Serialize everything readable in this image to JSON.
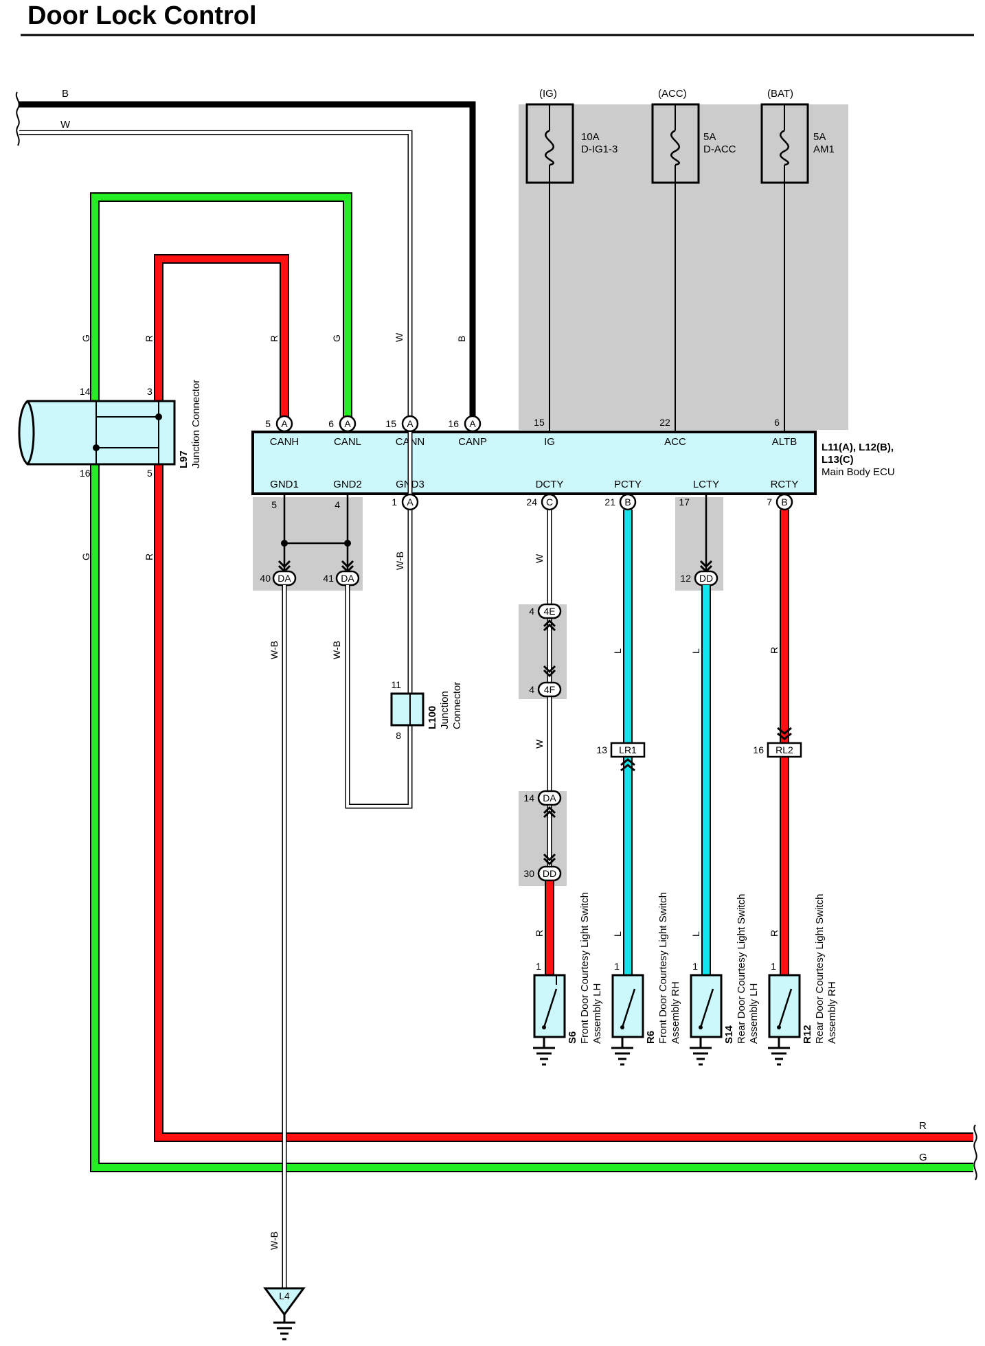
{
  "title": "Door Lock Control",
  "top_wires": {
    "b": "B",
    "w": "W"
  },
  "right_wires": {
    "r": "R",
    "g": "G"
  },
  "fuses": [
    {
      "source": "(IG)",
      "rating": "10A",
      "name": "D-IG1-3"
    },
    {
      "source": "(ACC)",
      "rating": "5A",
      "name": "D-ACC"
    },
    {
      "source": "(BAT)",
      "rating": "5A",
      "name": "AM1"
    }
  ],
  "ecu": {
    "connectors": "L11(A), L12(B),",
    "connectors2": "L13(C)",
    "name": "Main Body ECU",
    "top_terminals": [
      {
        "pin": "5",
        "conn": "A",
        "name": "CANH"
      },
      {
        "pin": "6",
        "conn": "A",
        "name": "CANL"
      },
      {
        "pin": "15",
        "conn": "A",
        "name": "CANN"
      },
      {
        "pin": "16",
        "conn": "A",
        "name": "CANP"
      },
      {
        "pin": "15",
        "conn": "",
        "name": "IG"
      },
      {
        "pin": "22",
        "conn": "",
        "name": "ACC"
      },
      {
        "pin": "6",
        "conn": "",
        "name": "ALTB"
      }
    ],
    "bottom_terminals": [
      {
        "pin": "5",
        "conn": "",
        "name": "GND1"
      },
      {
        "pin": "4",
        "conn": "",
        "name": "GND2"
      },
      {
        "pin": "1",
        "conn": "A",
        "name": "GND3"
      },
      {
        "pin": "24",
        "conn": "C",
        "name": "DCTY"
      },
      {
        "pin": "21",
        "conn": "B",
        "name": "PCTY"
      },
      {
        "pin": "17",
        "conn": "",
        "name": "LCTY"
      },
      {
        "pin": "7",
        "conn": "B",
        "name": "RCTY"
      }
    ]
  },
  "junction_l97": {
    "id": "L97",
    "name": "Junction Connector",
    "pins": [
      "14",
      "3",
      "16",
      "5"
    ]
  },
  "junction_l100": {
    "id": "L100",
    "name1": "Junction",
    "name2": "Connector",
    "pin_top": "11",
    "pin_bottom": "8"
  },
  "wire_colors": {
    "g": "G",
    "r": "R",
    "w": "W",
    "b": "B",
    "wb": "W-B",
    "l": "L"
  },
  "ground_connectors": [
    {
      "pin": "40",
      "conn": "DA"
    },
    {
      "pin": "41",
      "conn": "DA"
    }
  ],
  "lcty_connector": {
    "pin": "12",
    "conn": "DD"
  },
  "dcty_chain": [
    {
      "pin": "4",
      "conn": "4E"
    },
    {
      "pin": "4",
      "conn": "4F"
    },
    {
      "pin": "14",
      "conn": "DA"
    },
    {
      "pin": "30",
      "conn": "DD"
    }
  ],
  "inline_connectors": [
    {
      "pin": "13",
      "conn": "LR1"
    },
    {
      "pin": "16",
      "conn": "RL2"
    }
  ],
  "switches": [
    {
      "id": "S6",
      "line1": "Front Door Courtesy Light Switch",
      "line2": "Assembly LH",
      "pin": "1"
    },
    {
      "id": "R6",
      "line1": "Front Door Courtesy Light Switch",
      "line2": "Assembly RH",
      "pin": "1"
    },
    {
      "id": "S14",
      "line1": "Rear Door Courtesy Light Switch",
      "line2": "Assembly LH",
      "pin": "1"
    },
    {
      "id": "R12",
      "line1": "Rear Door Courtesy Light Switch",
      "line2": "Assembly RH",
      "pin": "1"
    }
  ],
  "ground_point": {
    "id": "L4"
  },
  "colors": {
    "green": "#22ee22",
    "red": "#ff1111",
    "cyan": "#11e6ee",
    "black": "#000000",
    "shade": "#cccccc",
    "box": "#ccf7fb"
  }
}
